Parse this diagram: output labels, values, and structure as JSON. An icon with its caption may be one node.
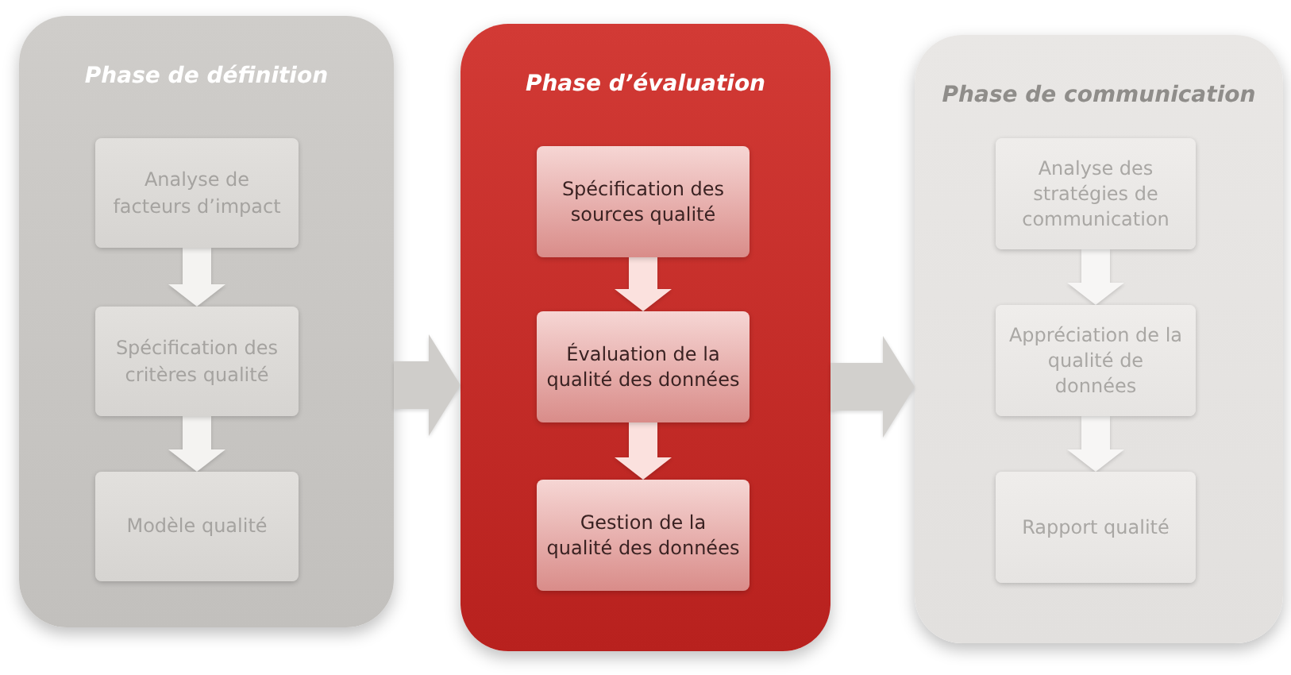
{
  "diagram": {
    "nodes": [
      {
        "text": [
          "Phase de définition"
        ]
      },
      {
        "text": [
          "Analyse de facteurs d’impact"
        ],
        "in": 0
      },
      {
        "text": [
          "Spécification des critères qualité"
        ],
        "in": 0
      },
      {
        "text": [
          "Modèle qualité"
        ],
        "in": 0
      },
      {
        "text": [
          "Phase d’évaluation"
        ]
      },
      {
        "text": [
          "Spécification des sources qualité"
        ],
        "in": 4
      },
      {
        "text": [
          "Évaluation de la qualité des données"
        ],
        "in": 4
      },
      {
        "text": [
          "Gestion de la qualité des données"
        ],
        "in": 4
      },
      {
        "text": [
          "Phase de communication"
        ]
      },
      {
        "text": [
          "Analyse des stratégies de communication"
        ],
        "in": 8
      },
      {
        "text": [
          "Appréciation de la qualité de données"
        ],
        "in": 8
      },
      {
        "text": [
          "Rapport qualité"
        ],
        "in": 8
      }
    ],
    "edges": [
      {
        "from": 1,
        "to": 2,
        "arrow": "to"
      },
      {
        "from": 2,
        "to": 3,
        "arrow": "to"
      },
      {
        "from": 0,
        "to": 4,
        "arrow": "to"
      },
      {
        "from": 5,
        "to": 6,
        "arrow": "to"
      },
      {
        "from": 6,
        "to": 7,
        "arrow": "to"
      },
      {
        "from": 4,
        "to": 8,
        "arrow": "to"
      },
      {
        "from": 9,
        "to": 10,
        "arrow": "to"
      },
      {
        "from": 10,
        "to": 11,
        "arrow": "to"
      }
    ]
  }
}
